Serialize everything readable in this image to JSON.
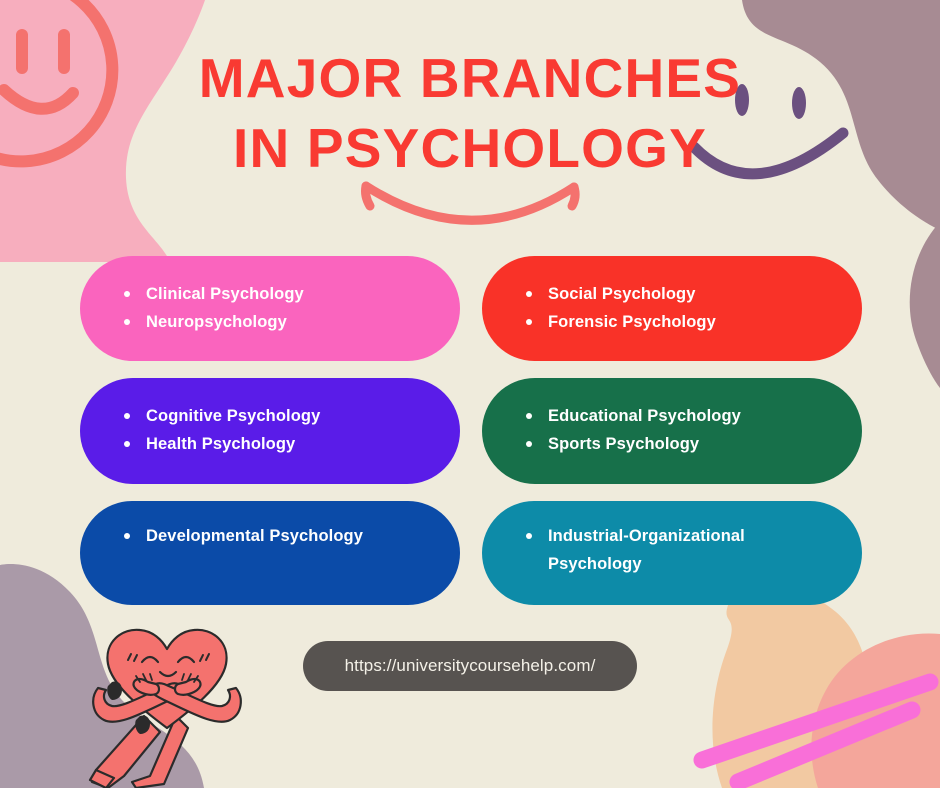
{
  "poster": {
    "title_line_1": "MAJOR BRANCHES",
    "title_line_2": "IN PSYCHOLOGY",
    "url": "https://universitycoursehelp.com/",
    "colors": {
      "background": "#EFEBDC",
      "title_red": "#F93A32",
      "card_pink": "#FA64BE",
      "card_red": "#F93228",
      "card_purple": "#5A1CE8",
      "card_green": "#17704A",
      "card_blue": "#0B4BA8",
      "card_teal": "#0D8BA8",
      "url_pill": "#575350",
      "blob_pink": "#F7AEBE",
      "blob_mauve": "#A78B93",
      "blob_mauve_light": "#AA9AA8",
      "blob_peach": "#F2C9A2",
      "blob_salmon": "#F4A69B",
      "stripe_pink": "#F96FD8",
      "coral": "#F4726E",
      "smiley_purple": "#6B5080"
    },
    "decorations": [
      {
        "name": "pink-blob-top-left",
        "color": "#F7AEBE"
      },
      {
        "name": "coral-smiley-face-top-left",
        "color": "#F4726E"
      },
      {
        "name": "mauve-blob-top-right",
        "color": "#A78B93"
      },
      {
        "name": "purple-smiley-face-top-right",
        "color": "#6B5080"
      },
      {
        "name": "coral-smile-arc-under-title",
        "color": "#F4726E"
      },
      {
        "name": "mauve-blob-bottom-left",
        "color": "#AA9AA8"
      },
      {
        "name": "heart-character-hugging",
        "color": "#F4726E"
      },
      {
        "name": "peach-blob-bottom-right",
        "color": "#F2C9A2"
      },
      {
        "name": "salmon-blob-bottom-right",
        "color": "#F4A69B"
      },
      {
        "name": "pink-diagonal-stripes",
        "color": "#F96FD8"
      }
    ],
    "cards": [
      {
        "id": "clinical-neuro",
        "color": "#FA64BE",
        "items": [
          "Clinical Psychology",
          "Neuropsychology"
        ]
      },
      {
        "id": "social-forensic",
        "color": "#F93228",
        "items": [
          "Social Psychology",
          "Forensic Psychology"
        ]
      },
      {
        "id": "cognitive-health",
        "color": "#5A1CE8",
        "items": [
          "Cognitive Psychology",
          "Health Psychology"
        ]
      },
      {
        "id": "educational-sports",
        "color": "#17704A",
        "items": [
          "Educational Psychology",
          "Sports Psychology"
        ]
      },
      {
        "id": "developmental",
        "color": "#0B4BA8",
        "items": [
          "Developmental Psychology"
        ]
      },
      {
        "id": "industrial-organizational",
        "color": "#0D8BA8",
        "items": [
          "Industrial-Organizational Psychology"
        ]
      }
    ]
  }
}
